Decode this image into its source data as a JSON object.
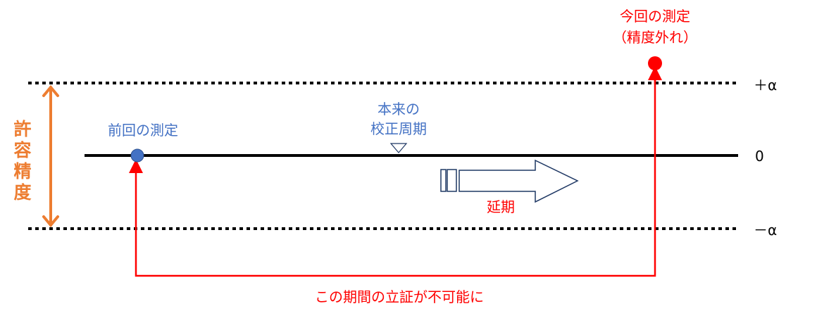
{
  "tolerance_label": [
    "許",
    "容",
    "精",
    "度"
  ],
  "levels": {
    "plus": "＋α",
    "zero": "0",
    "minus": "－α"
  },
  "previous_measurement": "前回の測定",
  "current_measurement": {
    "line1": "今回の測定",
    "line2": "（精度外れ）"
  },
  "original_cycle": {
    "line1": "本来の",
    "line2": "校正周期"
  },
  "postpone_label": "延期",
  "unverifiable_period": "この期間の立証が不可能に",
  "colors": {
    "orange": "#ED7D31",
    "blue": "#4472C4",
    "red": "#FF0000",
    "navy": "#1F3864",
    "black": "#000000"
  }
}
